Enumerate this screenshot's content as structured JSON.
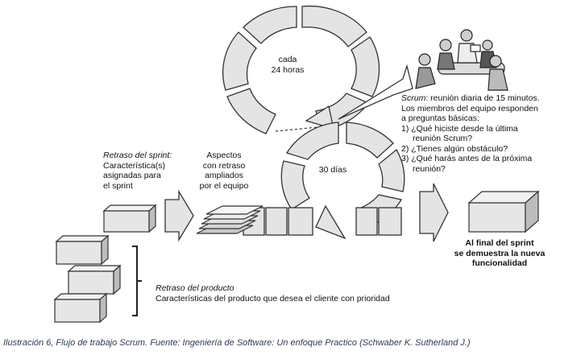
{
  "cycle_daily": {
    "line1": "cada",
    "line2": "24 horas"
  },
  "cycle_sprint": {
    "label": "30 días"
  },
  "sprint_backlog": {
    "title": "Retraso del sprint:",
    "line1": "Característica(s)",
    "line2": "asignadas para",
    "line3": "el sprint"
  },
  "expanded": {
    "line1": "Aspectos",
    "line2": "con retraso",
    "line3": "ampliados",
    "line4": "por el equipo"
  },
  "scrum_note": {
    "title": "Scrum",
    "title_rest": ": reunión diaria de 15 minutos.",
    "line2": "Los miembros del equipo responden",
    "line3": "a preguntas básicas:",
    "q1a": "1) ¿Qué hiciste desde la última",
    "q1b": "reunión Scrum?",
    "q2": "2) ¿Tienes algún obstáculo?",
    "q3a": "3) ¿Qué harás antes de la próxima",
    "q3b": "reunión?"
  },
  "product_backlog": {
    "title": "Retraso del producto",
    "desc": "Características del producto que desea el cliente con prioridad"
  },
  "result": {
    "line1": "Al final del sprint",
    "line2": "se demuestra la nueva",
    "line3": "funcionalidad"
  },
  "caption": "Ilustración 6, Flujo de trabajo Scrum. Fuente: Ingeniería de Software: Un enfoque Practico (Schwaber K. Sutherland J.)",
  "colors": {
    "shape_fill": "#e4e4e4",
    "shape_stroke": "#333333",
    "box_top": "#f2f2f2",
    "box_side": "#bdbdbd",
    "caption": "#2e3a56"
  }
}
